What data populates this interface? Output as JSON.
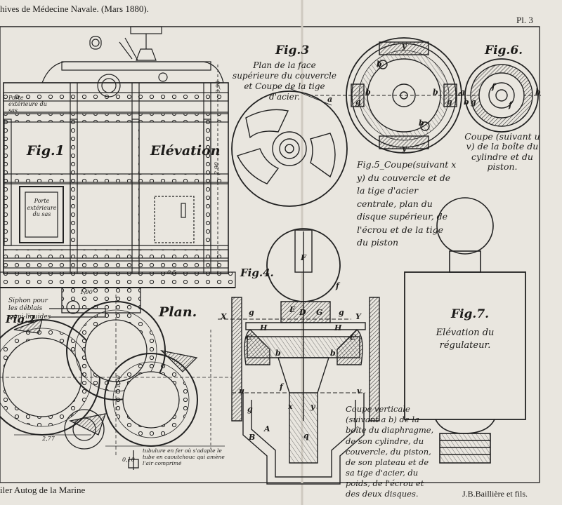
{
  "header": {
    "journal": "hives de Médecine Navale. (Mars 1880).",
    "plate": "Pl. 3"
  },
  "footer": {
    "printer": "iler Autog de la Marine",
    "publisher": "J.B.Baillière et fils."
  },
  "fig1": {
    "name": "Fig.1",
    "view": "Elévation",
    "door": "Porte extérieure du sas",
    "door_label": "Porte extérieure du sas",
    "dim_top": "0,90",
    "dim_right": "2,90",
    "dim_small": "0,5",
    "dim_bottom": "1,90"
  },
  "fig2": {
    "name": "Fig.2",
    "view": "Plan.",
    "siphon": "Siphon pour les déblais semi-liquides",
    "dim_width": "2,77",
    "dim_height": "1,70",
    "dim_small": "0,10",
    "tube_note": "tubulure en fer où s'adapte le tube en caoutchouc qui amène l'air comprimé"
  },
  "fig3": {
    "name": "Fig.3",
    "caption": "Plan de la face supérieure du couvercle et Coupe de la tige d'acier.",
    "letter_a": "a"
  },
  "fig4": {
    "name": "Fig.4.",
    "letters": [
      "F",
      "f",
      "E",
      "D",
      "G",
      "g",
      "g",
      "H",
      "H",
      "C",
      "C",
      "b",
      "b",
      "f",
      "q",
      "B",
      "A",
      "g",
      "y",
      "x",
      "X",
      "Y",
      "u",
      "v"
    ],
    "caption": "Coupe verticale (suivant a b) de la boîte du diaphragme, de son cylindre, du couvercle, du piston, de son plateau et de sa tige d'acier, du poids, de l'écrou et des deux disques."
  },
  "fig5": {
    "caption": "Fig.5_Coupe(suivant x y) du couvercle et de la tige d'acier centrale, plan du disque supérieur, de l'écrou et de la tige du piston",
    "letters": [
      "y",
      "b",
      "b",
      "b",
      "b",
      "a",
      "b",
      "y",
      "g",
      "g"
    ]
  },
  "fig6": {
    "name": "Fig.6.",
    "caption": "Coupe (suivant u v) de la boîte du cylindre et du piston.",
    "letters": [
      "a",
      "b",
      "g",
      "f",
      "f"
    ]
  },
  "fig7": {
    "name": "Fig.7.",
    "caption": "Elévation du régulateur."
  }
}
